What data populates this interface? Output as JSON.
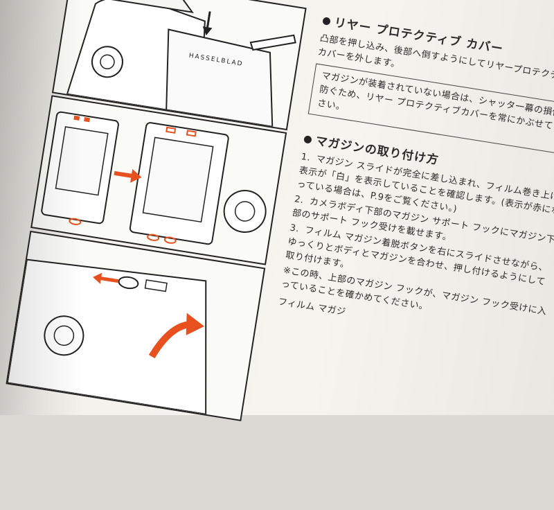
{
  "section1": {
    "title": "リヤー プロテクティブ カバー",
    "body": "凸部を押し込み、後部へ倒すようにしてリヤープロテクティブ カバーを外します。",
    "note": "マガジンが装着されていない場合は、シャッタ一幕の損傷を防ぐため、リヤー プロテクティブカバーを常にかぶせてください。"
  },
  "section2": {
    "title": "マガジンの取り付け方",
    "steps": [
      {
        "num": "1.",
        "text": "マガジン スライドが完全に差し込まれ、フィルム巻き上げ表示が「白」を表示していることを確認します。(表示が赤になっている場合は、P.9をご覧ください。)"
      },
      {
        "num": "2.",
        "text": "カメラボディ下部のマガジン サポート フックにマガジン下部のサポート フック受けを載せます。"
      },
      {
        "num": "3.",
        "text": "フィルム マガジン着脱ボタンを右にスライドさせながら、ゆっくりとボディとマガジンを合わせ、押し付けるようにして取り付けます。"
      }
    ],
    "warning": "※この時、上部のマガジン フックが、マガジン フック受けに入っていることを確かめてください。",
    "cut_line": "フィルム マガジ"
  },
  "figures": {
    "brand": "HASSELBLAD",
    "accent_color": "#e8501e"
  }
}
